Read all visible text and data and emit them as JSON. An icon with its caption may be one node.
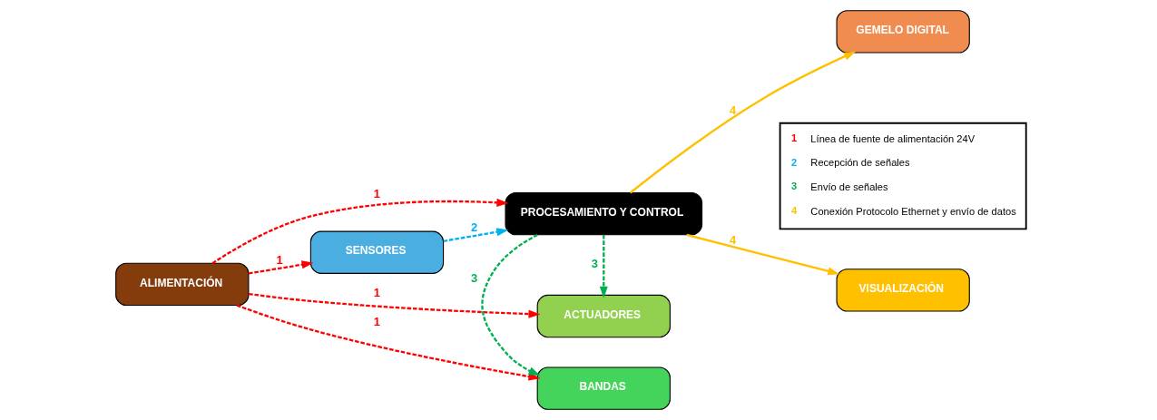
{
  "diagram": {
    "nodes": [
      {
        "text": [
          "ACTUADORES"
        ]
      },
      {
        "text": [
          "GEMELO DIGITAL"
        ]
      },
      {
        "text": [
          "ALIMENTACIÓN"
        ]
      },
      {
        "text": [
          "PROCESAMIENTO Y CONTROL"
        ]
      },
      {
        "text": [
          "SENSORES"
        ]
      },
      {
        "text": [
          "VISUALIZACIÓN"
        ]
      },
      {
        "text": [
          "BANDAS"
        ]
      }
    ],
    "edges": [
      {
        "from": 2,
        "to": 0,
        "arrow": "to",
        "label": "1",
        "style": "dashed",
        "color": "#ff0000"
      },
      {
        "from": 2,
        "to": 3,
        "arrow": "to",
        "label": "1",
        "style": "dashed",
        "color": "#ff0000"
      },
      {
        "from": 2,
        "to": 4,
        "arrow": "to",
        "label": "1",
        "style": "dashed",
        "color": "#ff0000"
      },
      {
        "from": 2,
        "to": 6,
        "arrow": "to",
        "label": "1",
        "style": "dashed",
        "color": "#ff0000"
      },
      {
        "from": 4,
        "to": 3,
        "arrow": "to",
        "label": "2",
        "style": "dashed",
        "color": "#00b0f0"
      },
      {
        "from": 3,
        "to": 0,
        "arrow": "to",
        "label": "3",
        "style": "dashed",
        "color": "#00b050"
      },
      {
        "from": 3,
        "to": 6,
        "arrow": "to",
        "label": "3",
        "style": "dashed",
        "color": "#00b050"
      },
      {
        "from": 3,
        "to": 1,
        "arrow": "to",
        "label": "4",
        "color": "#ffc000"
      },
      {
        "from": 3,
        "to": 5,
        "arrow": "to",
        "label": "4",
        "color": "#ffc000"
      }
    ],
    "labels": [
      "1",
      "2",
      "3",
      "4"
    ],
    "legend": [
      {
        "text": "Línea de fuente de alimentación 24V"
      },
      {
        "text": "Recepción de señales"
      },
      {
        "text": "Envío de señales"
      },
      {
        "text": "Conexión Protocolo Ethernet y envío de datos"
      }
    ]
  }
}
